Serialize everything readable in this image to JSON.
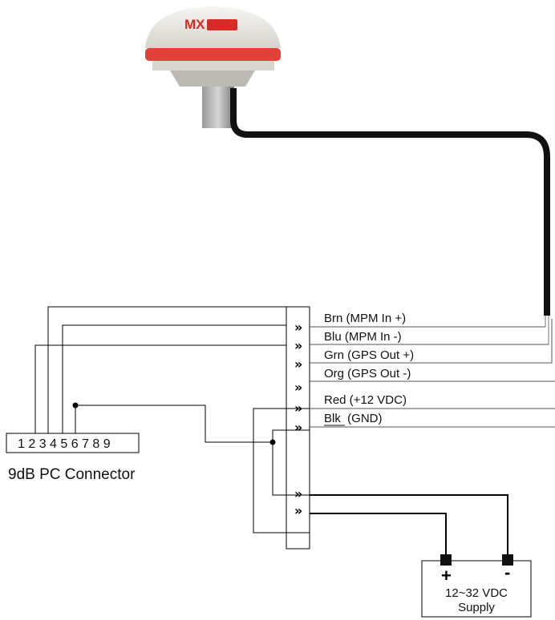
{
  "antenna": {
    "logo_text": "MX",
    "badge_text": "",
    "colors": {
      "dome": "#e8e6e2",
      "band": "#e2413a",
      "cable": "#111111"
    }
  },
  "wires": [
    {
      "label": "Brn (MPM In +)"
    },
    {
      "label": "Blu (MPM In -)"
    },
    {
      "label": "Grn (GPS Out +)"
    },
    {
      "label": "Org (GPS Out -)"
    },
    {
      "label": "Red (+12 VDC)"
    },
    {
      "label": "Blk  (GND)"
    }
  ],
  "terminal_glyph": "»",
  "connector": {
    "pins": "1 2 3 4 5 6 7 8 9",
    "caption": "9dB PC Connector"
  },
  "supply": {
    "plus": "+",
    "minus": "-",
    "line1": "12~32 VDC",
    "line2": "Supply"
  }
}
